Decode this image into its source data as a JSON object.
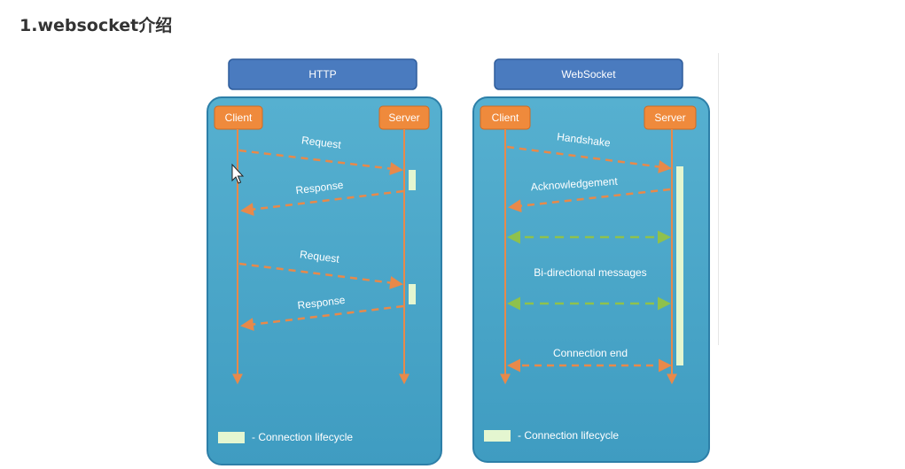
{
  "page": {
    "title": "1.websocket介绍"
  },
  "http": {
    "header": "HTTP",
    "client": "Client",
    "server": "Server",
    "messages": [
      "Request",
      "Response",
      "Request",
      "Response"
    ],
    "legend": "- Connection lifecycle"
  },
  "websocket": {
    "header": "WebSocket",
    "client": "Client",
    "server": "Server",
    "messages": [
      "Handshake",
      "Acknowledgement",
      "Bi-directional messages",
      "Connection end"
    ],
    "legend": "- Connection lifecycle"
  },
  "colors": {
    "panel": "#4aa5c7",
    "panel_border": "#2d7fa8",
    "header": "#4a7bbf",
    "node": "#ef8a3c",
    "arrow_orange": "#e8894a",
    "arrow_green": "#8fc14d",
    "lifecycle": "#e4f6d0"
  }
}
